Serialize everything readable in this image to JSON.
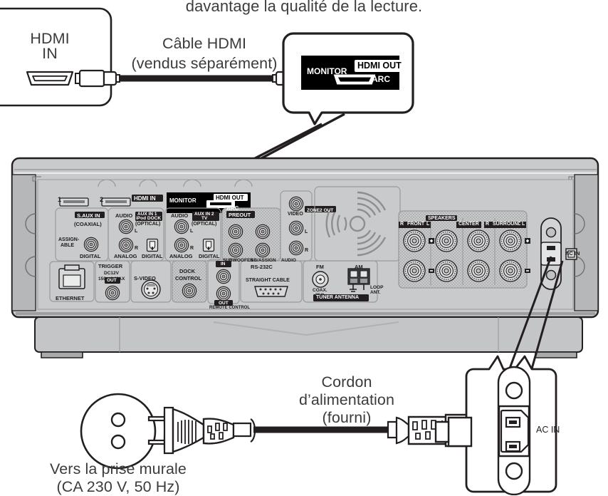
{
  "page": {
    "language": "fr",
    "top_truncated_sentence": "davantage la qualité de la lecture.",
    "background_color": "#ffffff",
    "ink_color": "#231f20",
    "text_color": "#3b3b3b",
    "panel_color": "#c9cacb",
    "panel_dark_color": "#000000",
    "cable_color": "#231f20"
  },
  "tv_box": {
    "name": "television-hdmi-input-box",
    "label_line1": "HDMI",
    "label_line2": "IN",
    "port_type": "hdmi-female-port"
  },
  "hdmi_cable": {
    "caption_line1": "Câble HDMI",
    "caption_line2": "(vendus séparément)",
    "connector_left": "hdmi-male-connector",
    "connector_right": "hdmi-male-connector"
  },
  "hdmi_callout": {
    "name": "hdmi-out-callout",
    "panel_labels": {
      "monitor": "MONITOR",
      "hdmi_out": "HDMI OUT",
      "arc": "ARC"
    },
    "highlight": "HDMI OUT"
  },
  "power_cord": {
    "caption_line1": "Cordon",
    "caption_line2": "d’alimentation",
    "caption_line3": "(fourni)",
    "wall_caption_line1": "Vers la prise murale",
    "wall_caption_line2": "(CA 230 V, 50 Hz)",
    "wall_outlet": "europlug-wall-socket",
    "plug": "europlug-male-plug",
    "iec_connector": "iec-c13-female-connector"
  },
  "ac_in_callout": {
    "name": "ac-in-callout",
    "label": "AC IN",
    "inlet_type": "iec-c14-inlet"
  },
  "receiver": {
    "name": "av-receiver-rear-panel",
    "hdmi_in": {
      "group_label": "HDMI IN",
      "ports": [
        "1",
        "2"
      ]
    },
    "hdmi_out_block": {
      "monitor": "MONITOR",
      "hdmi_out": "HDMI OUT",
      "arc": "ARC"
    },
    "input_columns": [
      {
        "name": "s-aux-in-coaxial",
        "badge": "S.AUX IN",
        "sub": "(COAXIAL)",
        "left_label_line1": "ASSIGN-",
        "left_label_line2": "ABLE",
        "bottom": "DIGITAL"
      },
      {
        "name": "aux-in-1-ipod-dock",
        "top": "AUDIO",
        "badge_line1": "AUX IN 1",
        "badge_line2": "iPod DOCK",
        "sub": "(OPTICAL)",
        "rca_l": "L",
        "rca_r": "R",
        "bottom_left": "ANALOG",
        "bottom_right": "DIGITAL"
      },
      {
        "name": "aux-in-2-tv",
        "top": "AUDIO",
        "badge_line1": "AUX IN 2",
        "badge_line2": "TV",
        "sub": "(OPTICAL)",
        "rca_l": "L",
        "rca_r": "R",
        "bottom_left": "ANALOG",
        "bottom_right": "DIGITAL"
      },
      {
        "name": "preout",
        "badge": "PREOUT",
        "bottom_left": "SUBWOOFER",
        "bottom_right": "SB/ASSIGN",
        "bottom_far": "AUDIO"
      }
    ],
    "zone2_out": {
      "badge": "ZONE2 OUT",
      "video": "VIDEO",
      "audio": "AUDIO",
      "rca_l": "L",
      "rca_r": "R"
    },
    "ethernet": {
      "label": "ETHERNET"
    },
    "trigger": {
      "title": "TRIGGER",
      "spec_line1": "DC12V",
      "spec_line2": "150mA MAX",
      "badge": "OUT"
    },
    "s_video": {
      "label": "S-VIDEO"
    },
    "dock_control": {
      "line1": "DOCK",
      "line2": "CONTROL"
    },
    "remote_control": {
      "in_badge": "IN",
      "out_badge": "OUT",
      "label": "REMOTE CONTROL"
    },
    "rs232c": {
      "title": "RS-232C",
      "note": "STRAIGHT CABLE"
    },
    "tuner_antenna": {
      "fm": "FM",
      "am": "AM",
      "fm_spec_line1": "COAX.",
      "fm_spec_line2": "75Ω",
      "am_spec_line1": "LOOP",
      "am_spec_line2": "ANT.",
      "badge": "TUNER ANTENNA"
    },
    "speakers": {
      "group_label": "SPEAKERS",
      "front_r": "R",
      "front_label": "FRONT",
      "front_l": "L",
      "center": "CENTER",
      "surround_r": "R",
      "surround_label": "SURROUND",
      "surround_l": "L",
      "plus": "+",
      "minus": "−"
    },
    "ac_in": {
      "label": "AC IN"
    }
  }
}
